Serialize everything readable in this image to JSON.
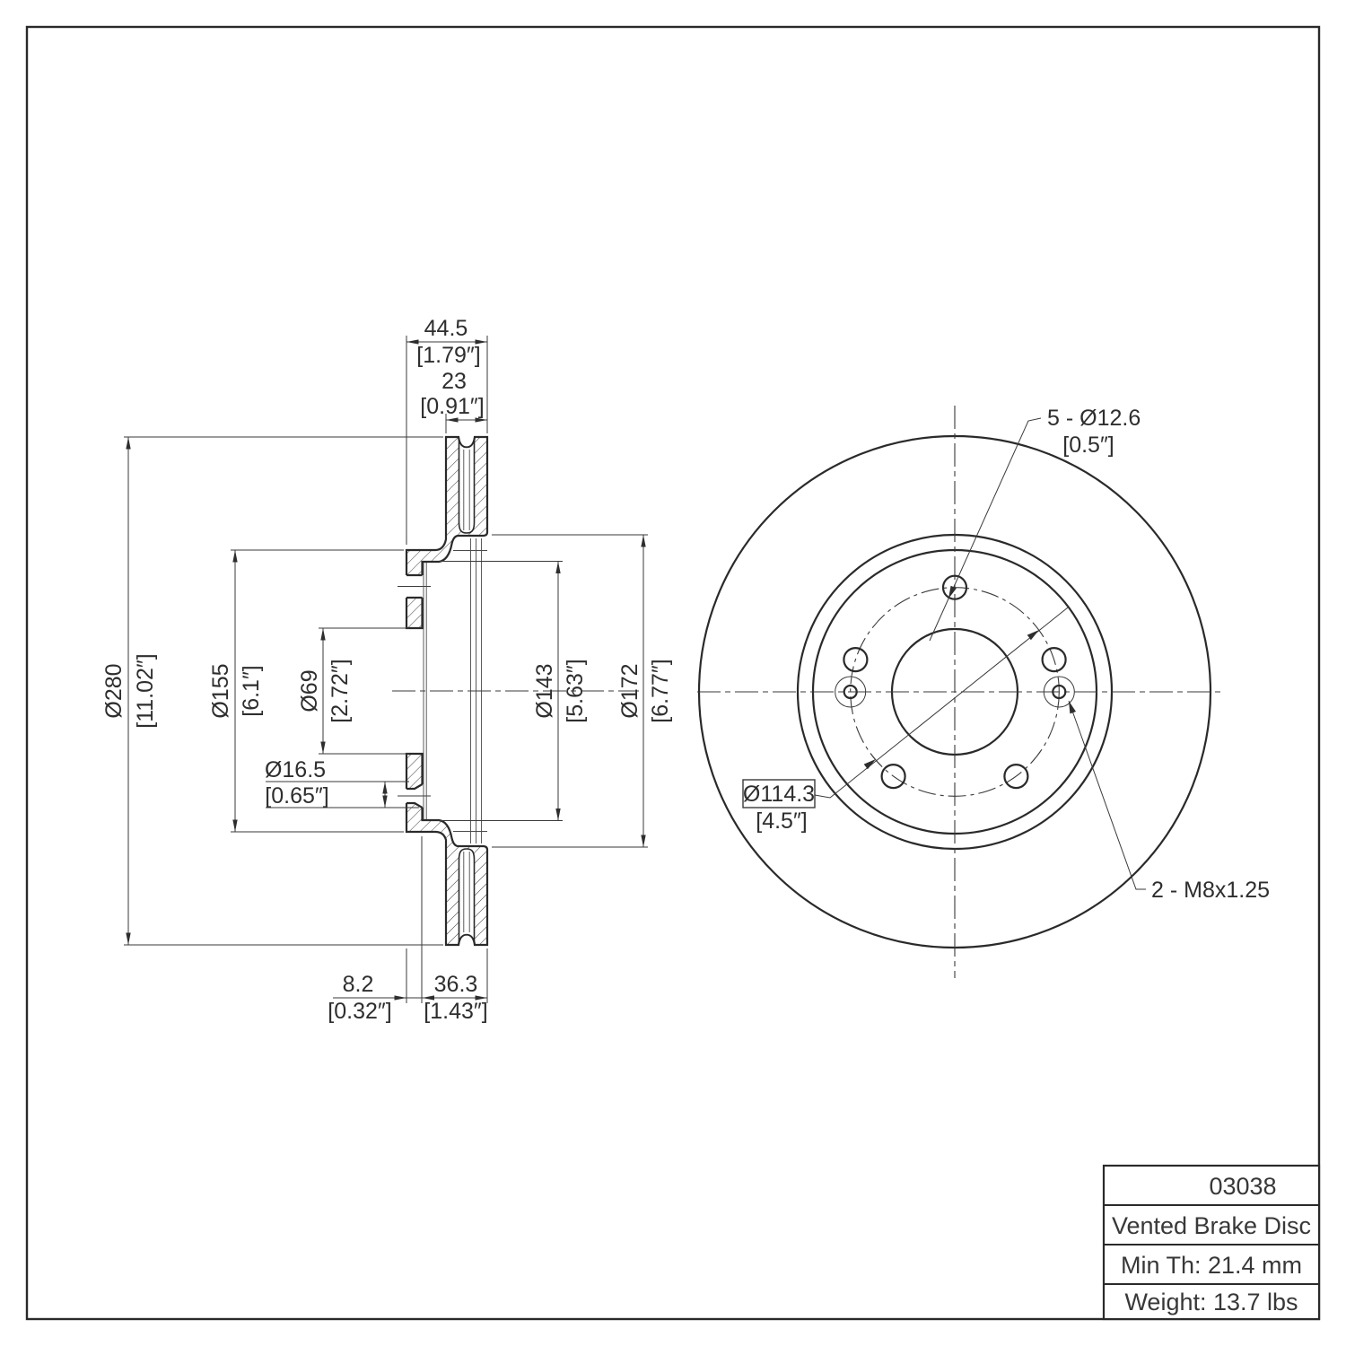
{
  "section": {
    "width_total": {
      "mm": "44.5",
      "in": "[1.79″]"
    },
    "width_rotor": {
      "mm": "23",
      "in": "[0.91″]"
    },
    "dia_outer": {
      "mm": "Ø280",
      "in": "[11.02″]"
    },
    "dia_hat": {
      "mm": "Ø155",
      "in": "[6.1″]"
    },
    "dia_bore": {
      "mm": "Ø69",
      "in": "[2.72″]"
    },
    "dia_hole": {
      "mm": "Ø16.5",
      "in": "[0.65″]"
    },
    "dia_inner": {
      "mm": "Ø143",
      "in": "[5.63″]"
    },
    "dia_contact": {
      "mm": "Ø172",
      "in": "[6.77″]"
    },
    "hat_depth": {
      "mm": "8.2",
      "in": "[0.32″]"
    },
    "rotor_offset": {
      "mm": "36.3",
      "in": "[1.43″]"
    }
  },
  "front": {
    "lug_holes": {
      "label": "5 - Ø12.6",
      "in": "[0.5″]"
    },
    "bolt_circle": {
      "label": "Ø114.3",
      "in": "[4.5″]"
    },
    "thread_holes": {
      "label": "2 - M8x1.25"
    }
  },
  "title_block": {
    "part_number": "03038",
    "description": "Vented Brake Disc",
    "min_thickness": "Min Th: 21.4 mm",
    "weight": "Weight: 13.7 lbs"
  }
}
